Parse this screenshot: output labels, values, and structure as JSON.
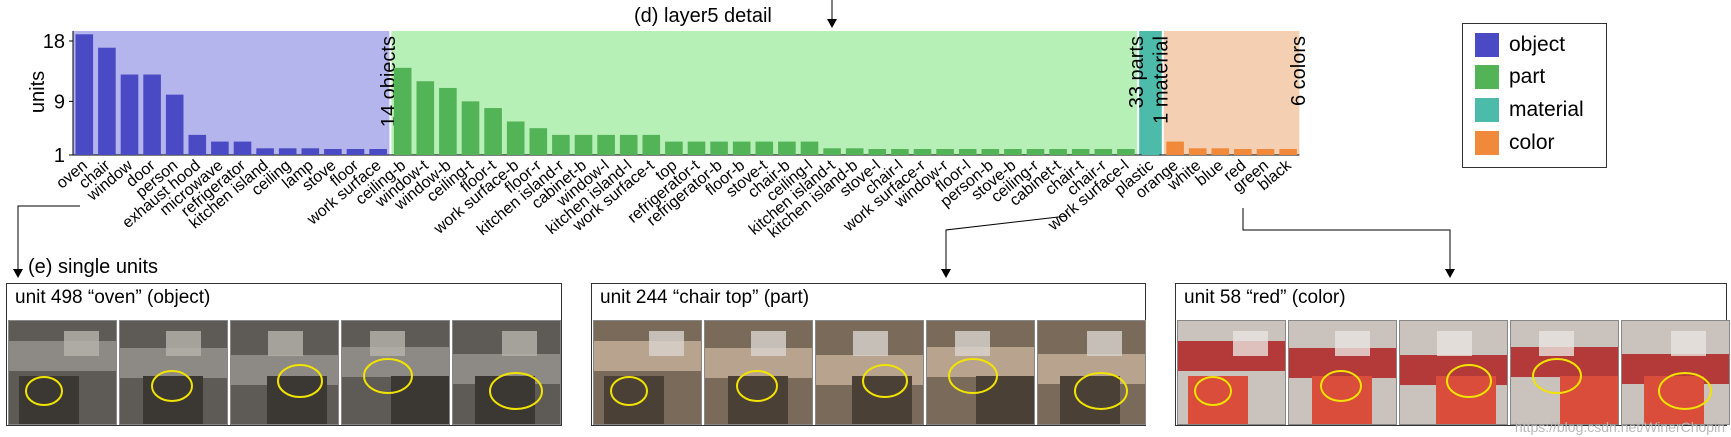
{
  "header": {
    "detail_title": "(d) layer5 detail",
    "single_title": "(e) single units"
  },
  "legend": [
    {
      "label": "object",
      "color": "#4a4ac4"
    },
    {
      "label": "part",
      "color": "#53b357"
    },
    {
      "label": "material",
      "color": "#4dbbaa"
    },
    {
      "label": "color",
      "color": "#f0893a"
    }
  ],
  "panels": [
    {
      "title": "unit 498 “oven” (object)",
      "thumb_count": 5
    },
    {
      "title": "unit 244 “chair top” (part)",
      "thumb_count": 5
    },
    {
      "title": "unit 58 “red” (color)",
      "thumb_count": 5
    }
  ],
  "watermark": "https://blog.csdn.net/WinerChopin",
  "chart_data": {
    "type": "bar",
    "ylabel": "units",
    "ytick_labels": [
      "1",
      "9",
      "18"
    ],
    "ytick_values": [
      1,
      9,
      18
    ],
    "ylim": [
      1,
      18
    ],
    "groups": [
      {
        "name": "object",
        "label": "14 objects",
        "bar_color": "#4a4ac4",
        "bg_color": "#b5b5ee",
        "categories": [
          "oven",
          "chair",
          "window",
          "door",
          "person",
          "exhaust hood",
          "microwave",
          "refrigerator",
          "kitchen island",
          "ceiling",
          "lamp",
          "stove",
          "floor",
          "work surface"
        ],
        "values": [
          19,
          17,
          13,
          13,
          10,
          4,
          3,
          3,
          2,
          2,
          2,
          1,
          1,
          1
        ]
      },
      {
        "name": "part",
        "label": "33 parts",
        "bar_color": "#53b357",
        "bg_color": "#b7f0b7",
        "categories": [
          "ceiling-b",
          "window-t",
          "window-b",
          "ceiling-t",
          "floor-t",
          "work surface-b",
          "floor-r",
          "kitchen island-r",
          "cabinet-b",
          "window-l",
          "kitchen island-l",
          "work surface-t",
          "top",
          "refrigerator-t",
          "refrigerator-b",
          "floor-b",
          "stove-t",
          "chair-b",
          "ceiling-l",
          "kitchen island-t",
          "kitchen island-b",
          "stove-l",
          "chair-l",
          "work surface-r",
          "window-r",
          "floor-l",
          "person-b",
          "stove-b",
          "ceiling-r",
          "cabinet-t",
          "chair-t",
          "chair-r",
          "work surface-l"
        ],
        "values": [
          14,
          12,
          11,
          9,
          8,
          6,
          5,
          4,
          4,
          4,
          4,
          4,
          3,
          3,
          3,
          3,
          3,
          3,
          3,
          2,
          2,
          1,
          1,
          1,
          1,
          1,
          1,
          1,
          1,
          1,
          1,
          1,
          1
        ]
      },
      {
        "name": "material",
        "label": "1 material",
        "bar_color": "#4dbbaa",
        "bg_color": "#4dbbaa",
        "categories": [
          "plastic"
        ],
        "values": [
          1
        ]
      },
      {
        "name": "color",
        "label": "6 colors",
        "bar_color": "#f0893a",
        "bg_color": "#f4cfb1",
        "categories": [
          "orange",
          "white",
          "blue",
          "red",
          "green",
          "black"
        ],
        "values": [
          3,
          2,
          2,
          1,
          1,
          1
        ]
      }
    ]
  }
}
